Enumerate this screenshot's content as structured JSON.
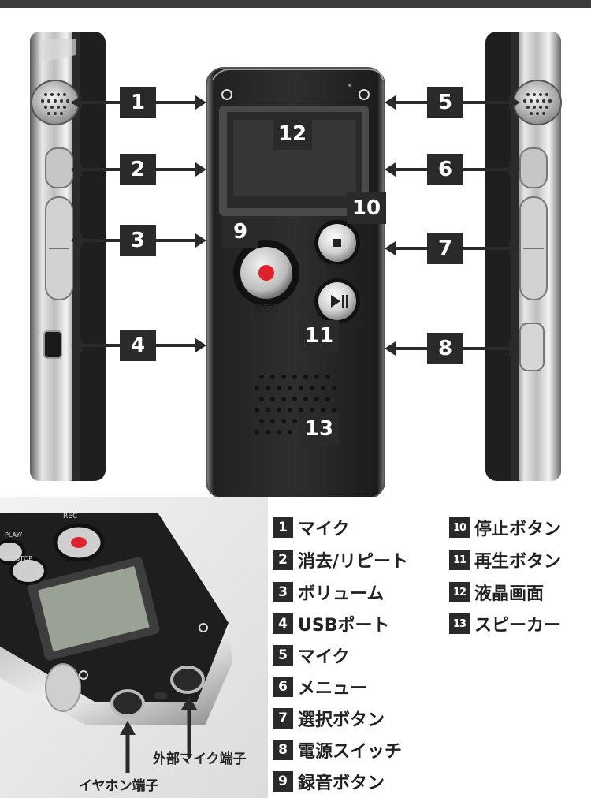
{
  "callouts": [
    "1",
    "2",
    "3",
    "4",
    "5",
    "6",
    "7",
    "8",
    "9",
    "10",
    "11",
    "12",
    "13"
  ],
  "device": {
    "rec_label": "REC",
    "stop_label": "STOP",
    "pause_label": "PAUSE",
    "closeup_rec_label": "REC",
    "closeup_play_label": "PLAY/",
    "closeup_stop_label": "STOP"
  },
  "legend_left": [
    {
      "num": "1",
      "text": "マイク"
    },
    {
      "num": "2",
      "text": "消去/リピート"
    },
    {
      "num": "3",
      "text": "ボリューム"
    },
    {
      "num": "4",
      "text": "USBポート"
    },
    {
      "num": "5",
      "text": "マイク"
    },
    {
      "num": "6",
      "text": "メニュー"
    },
    {
      "num": "7",
      "text": "選択ボタン"
    },
    {
      "num": "8",
      "text": "電源スイッチ"
    },
    {
      "num": "9",
      "text": "録音ボタン"
    }
  ],
  "legend_right": [
    {
      "num": "10",
      "text": "停止ボタン"
    },
    {
      "num": "11",
      "text": "再生ボタン"
    },
    {
      "num": "12",
      "text": "液晶画面"
    },
    {
      "num": "13",
      "text": "スピーカー"
    }
  ],
  "closeup_labels": {
    "external_mic": "外部マイク端子",
    "earphone": "イヤホン端子"
  }
}
